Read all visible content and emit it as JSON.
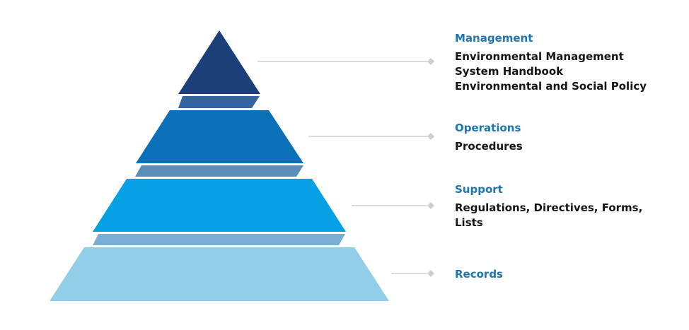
{
  "levels": [
    {
      "title": "Management",
      "description": "Environmental Management\nSystem Handbook\nEnvironmental and Social Policy",
      "color": "#1c3f7a"
    },
    {
      "title": "Operations",
      "description": "Procedures",
      "color": "#0a70b8"
    },
    {
      "title": "Support",
      "description": "Regulations, Directives, Forms,\nLists",
      "color": "#06a0e4"
    },
    {
      "title": "Records",
      "description": "",
      "color": "#92cde9"
    }
  ],
  "colors": {
    "title_text": "#1c75b4",
    "description_text": "#151515",
    "connector": "#cfcfcf",
    "band_management_operations": "#34659e",
    "band_operations_support": "#5b8db8",
    "band_support_records": "#7aaed3"
  }
}
